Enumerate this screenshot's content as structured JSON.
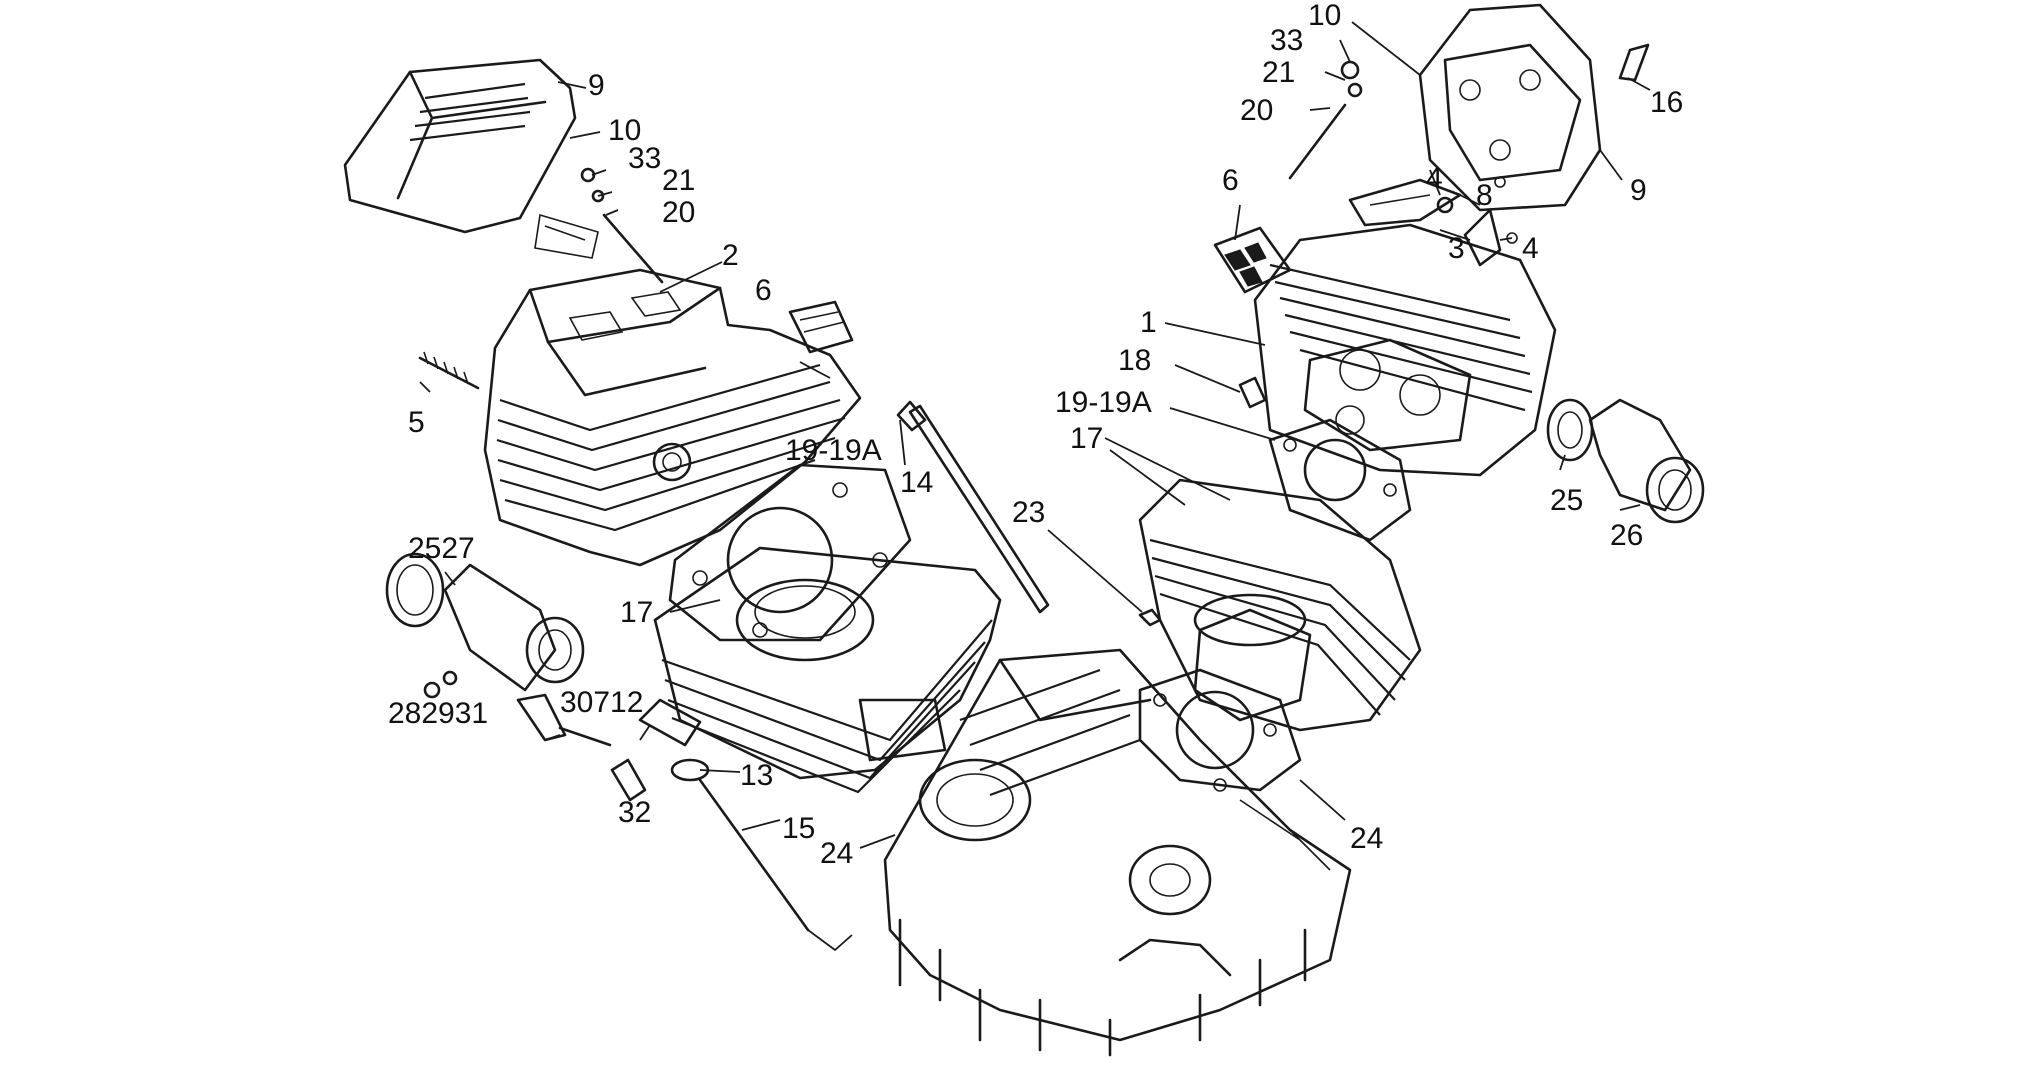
{
  "diagram": {
    "callouts": [
      {
        "id": "l-left-9",
        "text": "9"
      },
      {
        "id": "l-left-10",
        "text": "10"
      },
      {
        "id": "l-left-33",
        "text": "33"
      },
      {
        "id": "l-left-21",
        "text": "21"
      },
      {
        "id": "l-left-20",
        "text": "20"
      },
      {
        "id": "l-left-2",
        "text": "2"
      },
      {
        "id": "l-left-6",
        "text": "6"
      },
      {
        "id": "l-left-5",
        "text": "5"
      },
      {
        "id": "l-left-19",
        "text": "19-19A"
      },
      {
        "id": "l-14",
        "text": "14"
      },
      {
        "id": "l-2527",
        "text": "2527"
      },
      {
        "id": "l-left-17",
        "text": "17"
      },
      {
        "id": "l-282931",
        "text": "282931"
      },
      {
        "id": "l-30712",
        "text": "30712"
      },
      {
        "id": "l-13",
        "text": "13"
      },
      {
        "id": "l-32",
        "text": "32"
      },
      {
        "id": "l-15",
        "text": "15"
      },
      {
        "id": "l-left-24",
        "text": "24"
      },
      {
        "id": "l-23",
        "text": "23"
      },
      {
        "id": "l-right-10",
        "text": "10"
      },
      {
        "id": "l-right-33",
        "text": "33"
      },
      {
        "id": "l-right-21",
        "text": "21"
      },
      {
        "id": "l-right-20",
        "text": "20"
      },
      {
        "id": "l-16",
        "text": "16"
      },
      {
        "id": "l-right-9",
        "text": "9"
      },
      {
        "id": "l-right-6",
        "text": "6"
      },
      {
        "id": "l-right-4a",
        "text": "4"
      },
      {
        "id": "l-right-8",
        "text": "8"
      },
      {
        "id": "l-right-3",
        "text": "3"
      },
      {
        "id": "l-right-4b",
        "text": "4"
      },
      {
        "id": "l-right-1",
        "text": "1"
      },
      {
        "id": "l-right-18",
        "text": "18"
      },
      {
        "id": "l-right-19",
        "text": "19-19A"
      },
      {
        "id": "l-right-17",
        "text": "17"
      },
      {
        "id": "l-right-25",
        "text": "25"
      },
      {
        "id": "l-right-26",
        "text": "26"
      },
      {
        "id": "l-right-24",
        "text": "24"
      }
    ]
  }
}
